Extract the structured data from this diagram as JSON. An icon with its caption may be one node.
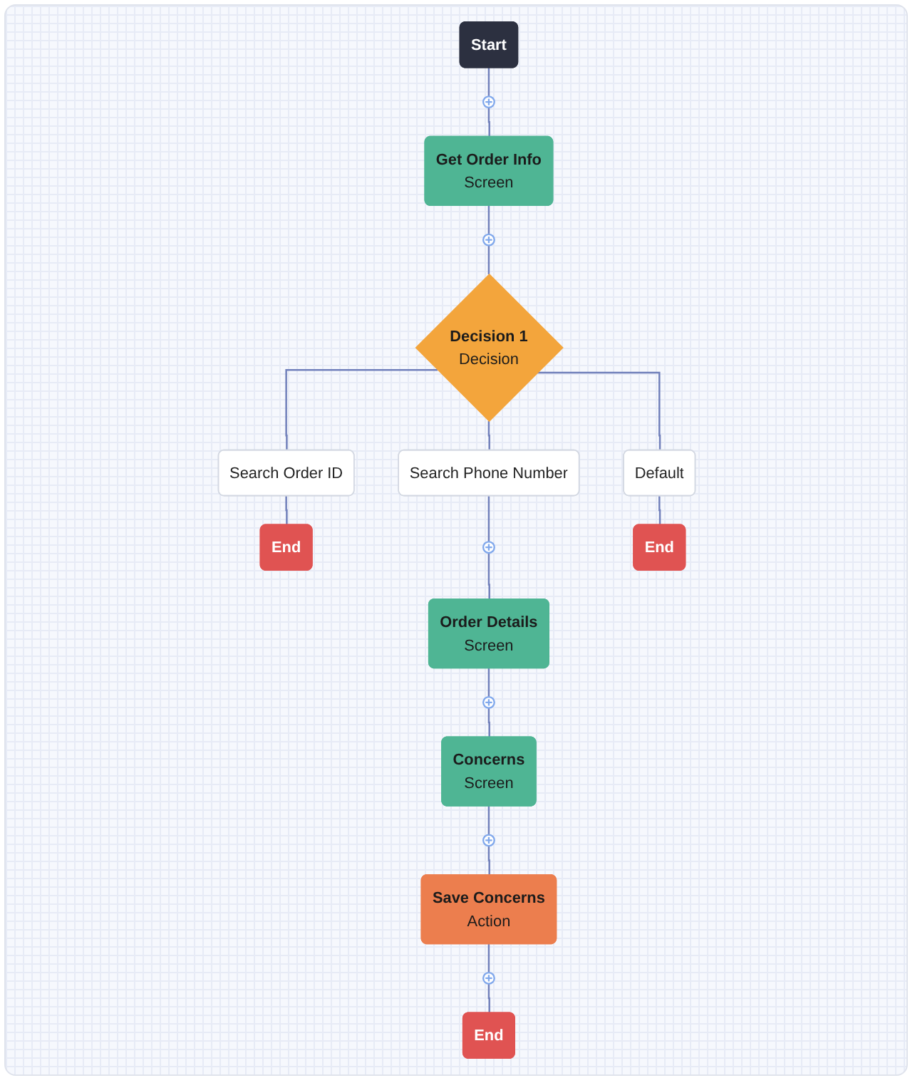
{
  "diagram": {
    "nodes": [
      {
        "text": [
          "Start"
        ]
      },
      {
        "text": [],
        "shape": "circle"
      },
      {
        "text": [
          "Get Order Info",
          "Screen"
        ]
      },
      {
        "text": [],
        "shape": "circle"
      },
      {
        "text": [
          "Decision 1",
          "Decision"
        ]
      },
      {
        "text": [
          "Search Order ID"
        ]
      },
      {
        "text": [
          "Search Phone Number"
        ]
      },
      {
        "text": [
          "Default"
        ]
      },
      {
        "text": [],
        "shape": "circle"
      },
      {
        "text": [
          "End"
        ]
      },
      {
        "text": [
          "Order Details",
          "Screen"
        ]
      },
      {
        "text": [
          "End"
        ]
      },
      {
        "text": [],
        "shape": "circle"
      },
      {
        "text": [
          "Concerns",
          "Screen"
        ]
      },
      {
        "text": [],
        "shape": "circle"
      },
      {
        "text": [
          "Save Concerns",
          "Action"
        ]
      },
      {
        "text": [],
        "shape": "circle"
      },
      {
        "text": [
          "End"
        ]
      }
    ],
    "edges": [
      {
        "from": 0,
        "to": 1,
        "arrow": "none"
      },
      {
        "from": 1,
        "to": 2,
        "arrow": "none"
      },
      {
        "from": 2,
        "to": 3,
        "arrow": "none"
      },
      {
        "from": 3,
        "to": 4,
        "arrow": "none"
      },
      {
        "from": 4,
        "to": 5,
        "arrow": "none"
      },
      {
        "from": 4,
        "to": 6,
        "arrow": "none"
      },
      {
        "from": 4,
        "to": 7,
        "arrow": "none"
      },
      {
        "from": 5,
        "to": 9,
        "arrow": "none"
      },
      {
        "from": 6,
        "to": 8,
        "arrow": "none"
      },
      {
        "from": 8,
        "to": 10,
        "arrow": "none"
      },
      {
        "from": 7,
        "to": 11,
        "arrow": "none"
      },
      {
        "from": 10,
        "to": 12,
        "arrow": "none"
      },
      {
        "from": 12,
        "to": 13,
        "arrow": "none"
      },
      {
        "from": 13,
        "to": 14,
        "arrow": "none"
      },
      {
        "from": 14,
        "to": 15,
        "arrow": "none"
      },
      {
        "from": 15,
        "to": 16,
        "arrow": "none"
      },
      {
        "from": 16,
        "to": 17,
        "arrow": "none"
      }
    ]
  }
}
